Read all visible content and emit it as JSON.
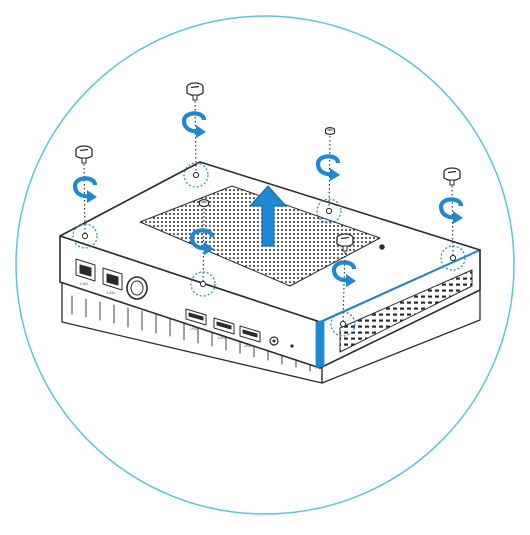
{
  "diagram": {
    "colors": {
      "frame_circle": "#5bc4dc",
      "line_art": "#2b2b2b",
      "accent_blue": "#1e88d2",
      "vent_fill": "#3a3a3a",
      "front_face": "#ffffff",
      "bottom_trim": "#f2f2f2"
    },
    "port_labels": {
      "lan_left": "LAN",
      "lan_right": "LAN",
      "usb_1": "USB",
      "usb_2": "USB",
      "usb_3": "USB"
    },
    "icons": {
      "lift_direction": "up-arrow-icon",
      "screw_rotation": "counterclockwise-arrow-icon",
      "fastener": "screw-icon",
      "power": "power-button-icon"
    },
    "screw_count": 6
  }
}
